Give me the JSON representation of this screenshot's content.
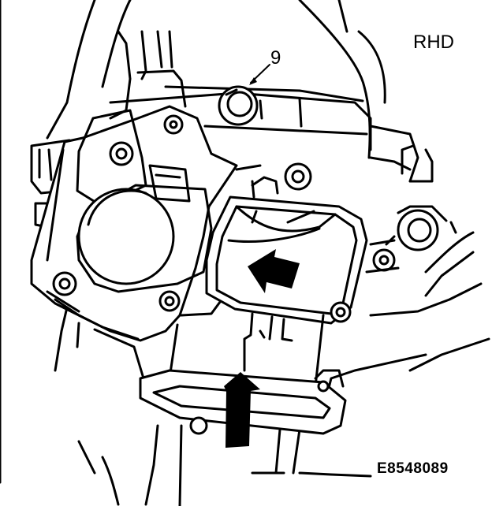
{
  "labels": {
    "orientation": "RHD",
    "callout_9": "9",
    "figure_code": "E8548089"
  },
  "colors": {
    "line": "#000000",
    "background": "#ffffff"
  },
  "icons": {
    "push_arrow_up": "arrow-up-icon",
    "push_arrow_diagonal": "arrow-down-left-icon"
  }
}
